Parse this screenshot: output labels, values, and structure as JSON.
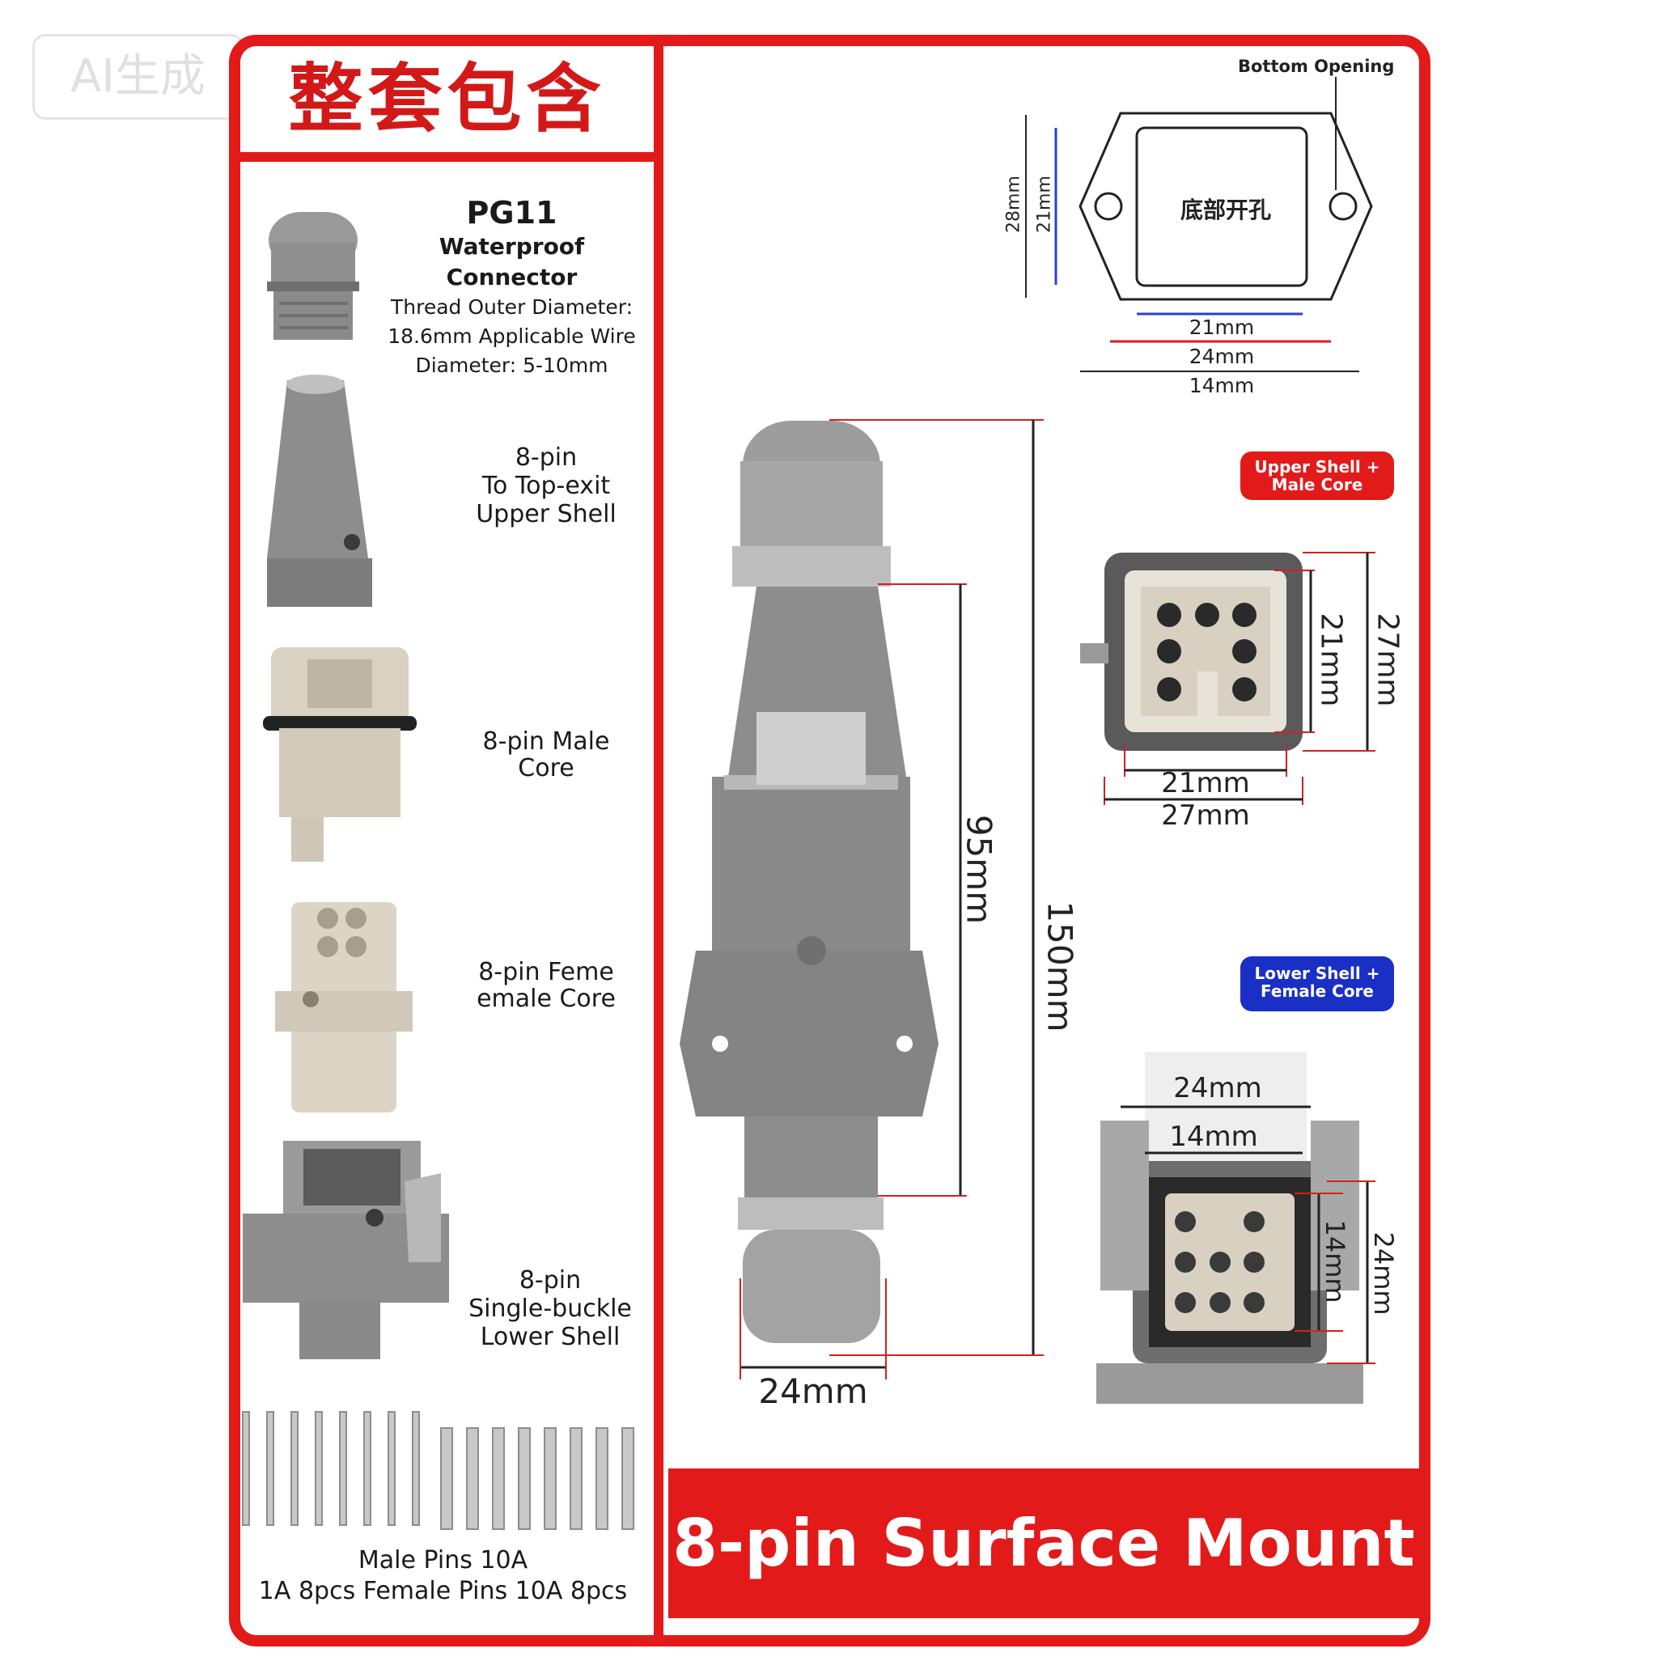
{
  "watermark": "AI生成",
  "title": "整套包含",
  "components": {
    "gland": {
      "name": "PG11",
      "subtitle": "Waterproof Connector",
      "spec_line1": "Thread Outer Diameter:",
      "spec_line2": "18.6mm Applicable Wire",
      "spec_line3": "Diameter: 5-10mm"
    },
    "upper_shell": {
      "line1": "8-pin",
      "line2": "To Top-exit",
      "line3": "Upper Shell"
    },
    "male_core": {
      "line1": "8-pin Male",
      "line2": "Core"
    },
    "female_core": {
      "line1": "8-pin Feme",
      "line2": "emale Core"
    },
    "lower_shell": {
      "line1": "8-pin",
      "line2": "Single-buckle",
      "line3": "Lower Shell"
    },
    "pins": {
      "line1": "Male Pins   10A",
      "line2": "1A 8pcs Female Pins 10A 8pcs"
    }
  },
  "bottom_opening": {
    "title": "Bottom Opening",
    "center_label": "底部开孔",
    "dim_h_outer": "28mm",
    "dim_h_inner": "21mm",
    "dim_w1": "21mm",
    "dim_w2": "24mm",
    "dim_w3": "14mm"
  },
  "assembly": {
    "dim_length_total": "150mm",
    "dim_length_shell": "95mm",
    "dim_width": "24mm"
  },
  "upper_view": {
    "badge": "Upper Shell + Male Core",
    "dim_v_inner": "21mm",
    "dim_v_outer": "27mm",
    "dim_h_inner": "21mm",
    "dim_h_outer": "27mm"
  },
  "lower_view": {
    "badge_line1": "Lower Shell +",
    "badge_line2": "Female Core",
    "dim_top_outer": "24mm",
    "dim_top_inner": "14mm",
    "dim_v_inner": "14mm",
    "dim_v_outer": "24mm"
  },
  "banner": "8-pin Surface Mount",
  "colors": {
    "accent_red": "#e21a1a",
    "badge_blue": "#1a2fc4",
    "housing_gray": "#8a8a8a",
    "core_beige": "#d9d2c3"
  }
}
